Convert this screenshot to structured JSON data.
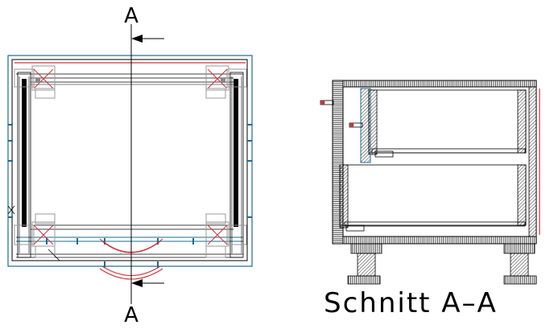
{
  "section_marks": {
    "top": "A",
    "bottom": "A"
  },
  "section_title": "Schnitt A–A",
  "colors": {
    "line": "#000000",
    "frame_blue": "#1a6b8f",
    "accent_red": "#d0303a",
    "hinge_grey": "#9a9a9a",
    "background": "#ffffff"
  }
}
